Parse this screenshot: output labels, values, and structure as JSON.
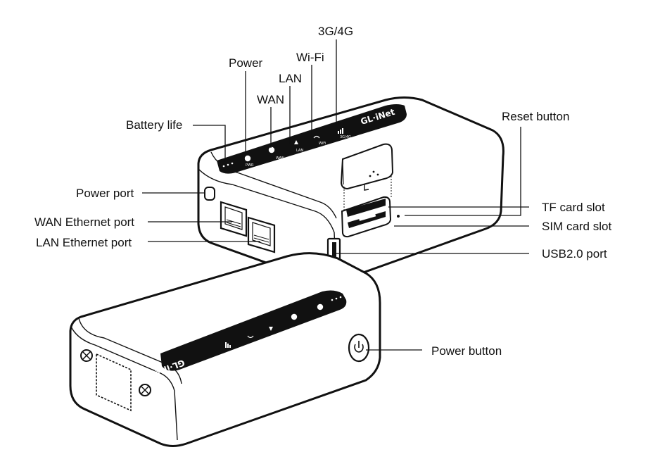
{
  "brand_logo": "GL·iNet",
  "labels": {
    "g3_4g": "3G/4G",
    "wifi": "Wi-Fi",
    "power": "Power",
    "lan": "LAN",
    "wan": "WAN",
    "battery_life": "Battery life",
    "reset_button": "Reset button",
    "power_port": "Power port",
    "wan_ethernet_port": "WAN Ethernet port",
    "lan_ethernet_port": "LAN Ethernet port",
    "tf_card_slot": "TF card slot",
    "sim_card_slot": "SIM card slot",
    "usb_port": "USB2.0 port",
    "power_button": "Power button"
  },
  "led_panel_marks": {
    "power": "PWR",
    "wan": "WAN",
    "lan": "LAN",
    "wifi": "WiFi",
    "g3_4g": "3G/4G"
  },
  "colors": {
    "line": "#111111",
    "panel": "#111111",
    "background": "#ffffff"
  }
}
